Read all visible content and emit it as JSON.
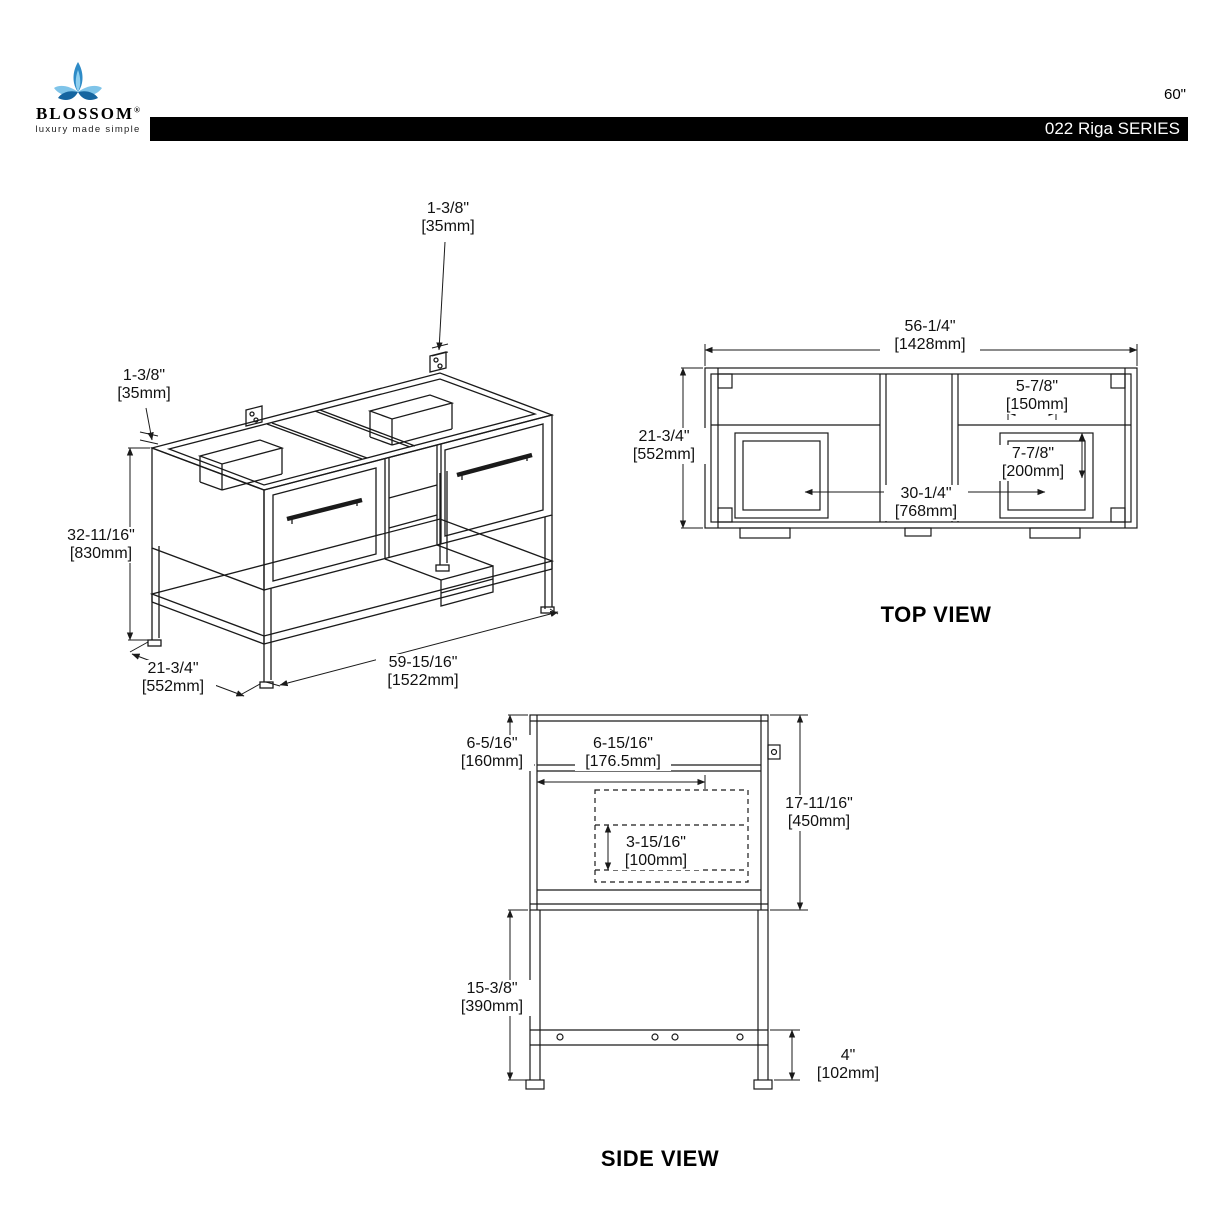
{
  "header": {
    "brand": "BLOSSOM",
    "registered": "®",
    "tagline": "luxury made simple",
    "size_label": "60\"",
    "series_label": "022 Riga SERIES"
  },
  "iso": {
    "dims": [
      {
        "id": "top-frame",
        "in": "1-3/8\"",
        "mm": "[35mm]"
      },
      {
        "id": "left-frame",
        "in": "1-3/8\"",
        "mm": "[35mm]"
      },
      {
        "id": "height",
        "in": "32-11/16\"",
        "mm": "[830mm]"
      },
      {
        "id": "width",
        "in": "59-15/16\"",
        "mm": "[1522mm]"
      },
      {
        "id": "depth",
        "in": "21-3/4\"",
        "mm": "[552mm]"
      }
    ]
  },
  "top_view": {
    "title": "TOP VIEW",
    "dims": [
      {
        "id": "width",
        "in": "56-1/4\"",
        "mm": "[1428mm]"
      },
      {
        "id": "depth",
        "in": "21-3/4\"",
        "mm": "[552mm]"
      },
      {
        "id": "sink-offset",
        "in": "5-7/8\"",
        "mm": "[150mm]"
      },
      {
        "id": "sink-depth",
        "in": "7-7/8\"",
        "mm": "[200mm]"
      },
      {
        "id": "center-span",
        "in": "30-1/4\"",
        "mm": "[768mm]"
      }
    ]
  },
  "side_view": {
    "title": "SIDE VIEW",
    "dims": [
      {
        "id": "top-section-height",
        "in": "6-5/16\"",
        "mm": "[160mm]"
      },
      {
        "id": "top-depth",
        "in": "6-15/16\"",
        "mm": "[176.5mm]"
      },
      {
        "id": "cabinet-height",
        "in": "17-11/16\"",
        "mm": "[450mm]"
      },
      {
        "id": "drawer-height",
        "in": "3-15/16\"",
        "mm": "[100mm]"
      },
      {
        "id": "leg-height",
        "in": "15-3/8\"",
        "mm": "[390mm]"
      },
      {
        "id": "shelf-height",
        "in": "4\"",
        "mm": "[102mm]"
      }
    ]
  },
  "colors": {
    "line": "#1a1a1a",
    "bar_bg": "#000000",
    "petal_dark": "#1565a0",
    "petal_mid": "#2e8bc7",
    "petal_light": "#7fc4e9"
  }
}
